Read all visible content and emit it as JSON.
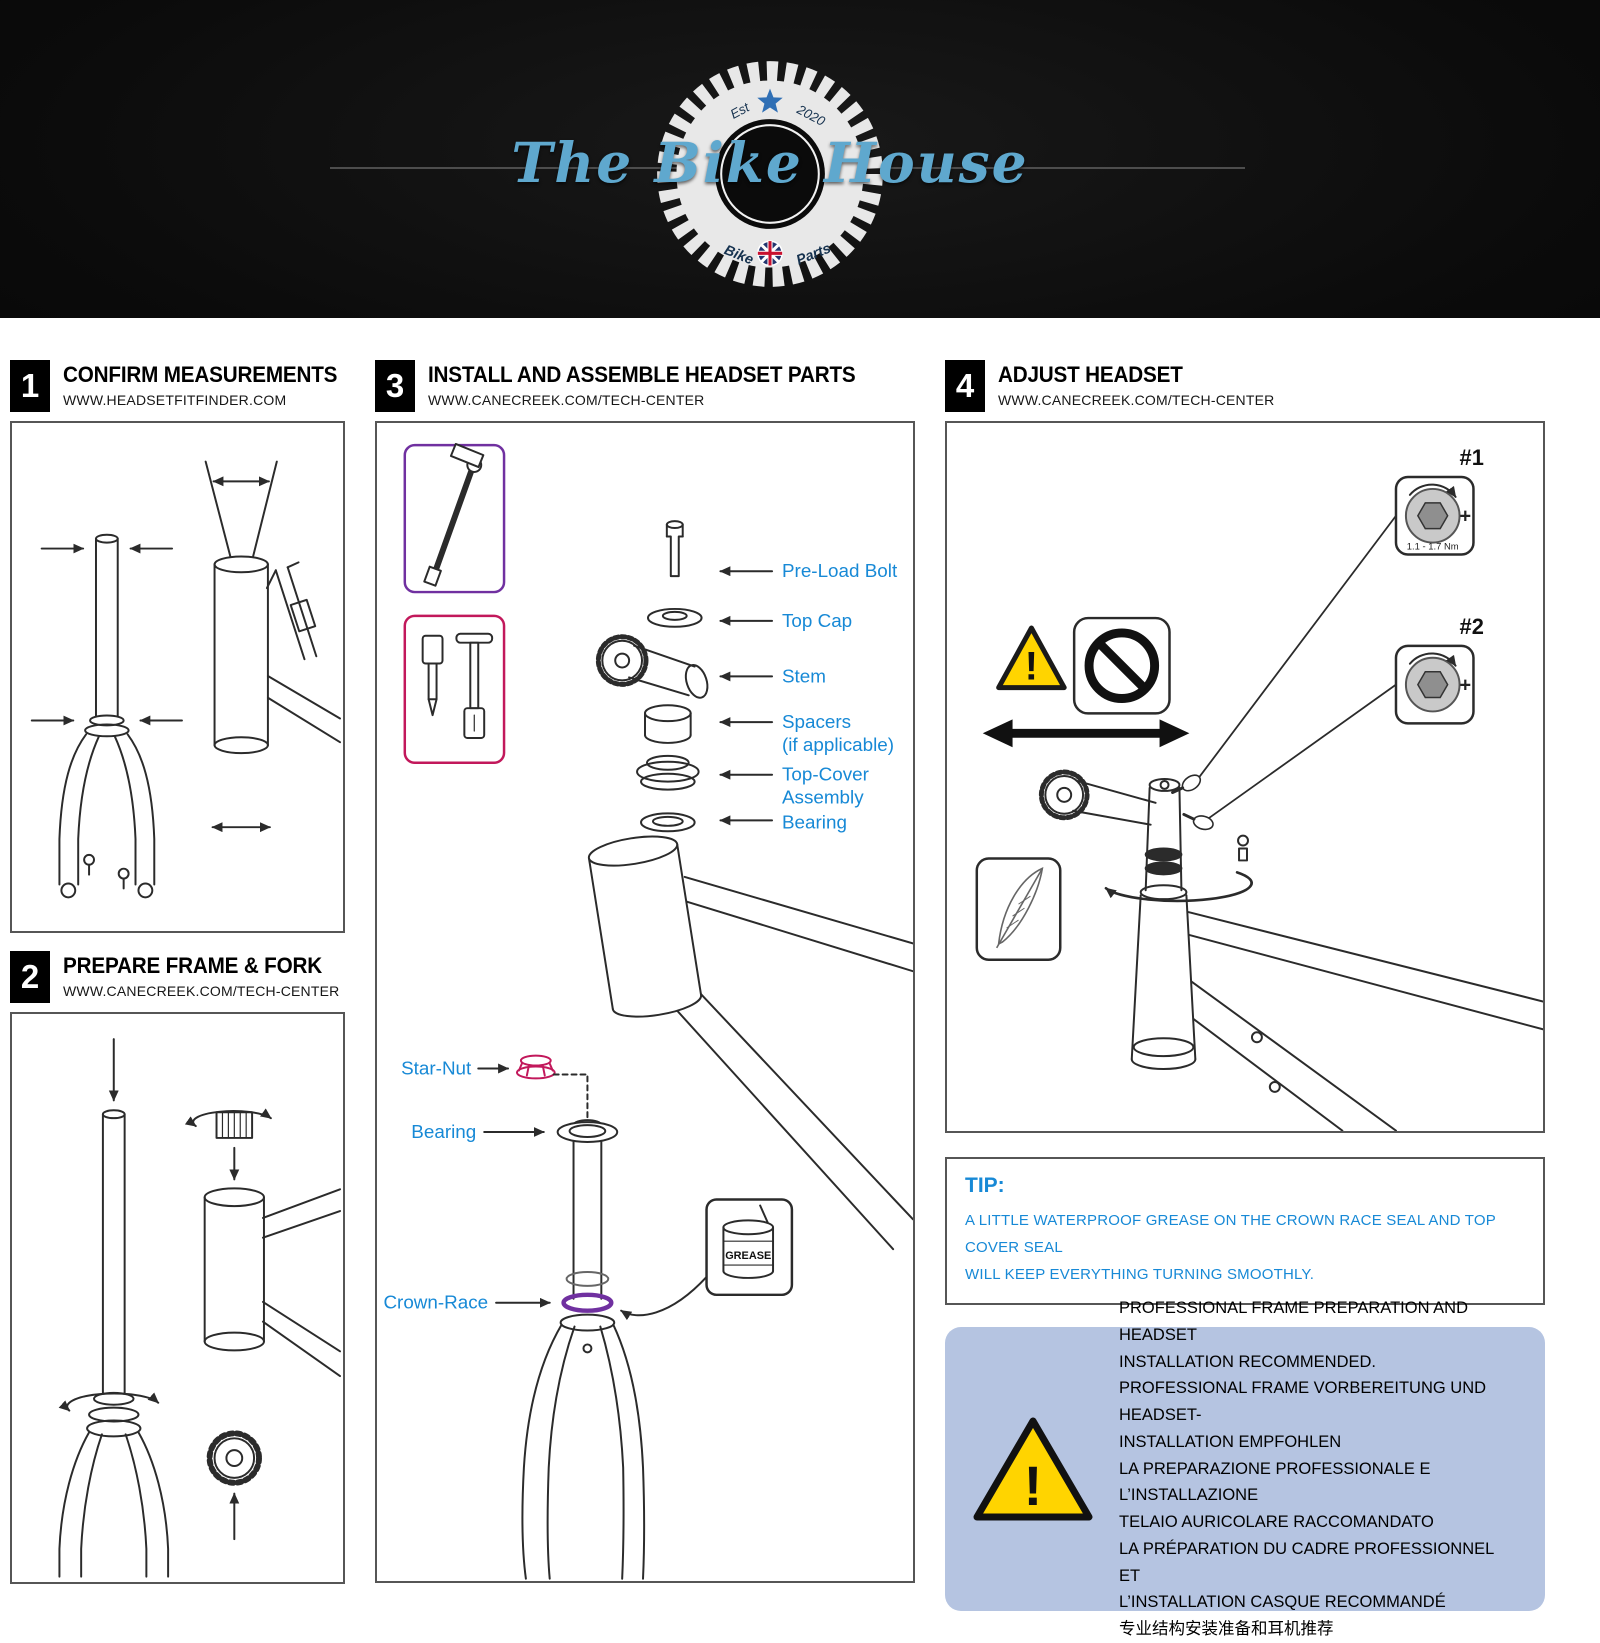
{
  "header": {
    "title": "The Bike House",
    "est": "Est",
    "year": "2020",
    "bike": "Bike",
    "parts": "Parts"
  },
  "sections": {
    "s1": {
      "num": "1",
      "title": "CONFIRM MEASUREMENTS",
      "url": "WWW.HEADSETFITFINDER.COM"
    },
    "s2": {
      "num": "2",
      "title": "PREPARE FRAME & FORK",
      "url": "WWW.CANECREEK.COM/TECH-CENTER"
    },
    "s3": {
      "num": "3",
      "title": "INSTALL AND ASSEMBLE HEADSET PARTS",
      "url": "WWW.CANECREEK.COM/TECH-CENTER",
      "labels": {
        "preload": "Pre-Load Bolt",
        "topcap": "Top Cap",
        "stem": "Stem",
        "spacers": "Spacers",
        "spacers_note": "(if applicable)",
        "topcover1": "Top-Cover",
        "topcover2": "Assembly",
        "bearing_upper": "Bearing",
        "starnut": "Star-Nut",
        "bearing_lower": "Bearing",
        "crownrace": "Crown-Race",
        "grease": "GREASE"
      }
    },
    "s4": {
      "num": "4",
      "title": "ADJUST HEADSET",
      "url": "WWW.CANECREEK.COM/TECH-CENTER",
      "step1": "#1",
      "step2": "#2",
      "torque": "1.1 - 1.7 Nm",
      "plus": "+",
      "exclaim": "!"
    }
  },
  "tip": {
    "title": "TIP:",
    "line1": "A LITTLE WATERPROOF GREASE ON THE CROWN RACE SEAL AND TOP COVER SEAL",
    "line2": "WILL KEEP EVERYTHING TURNING SMOOTHLY."
  },
  "notice": {
    "exclaim": "!",
    "lines": [
      "PROFESSIONAL FRAME PREPARATION AND HEADSET",
      "INSTALLATION RECOMMENDED.",
      "PROFESSIONAL FRAME VORBEREITUNG UND HEADSET-",
      "INSTALLATION EMPFOHLEN",
      "LA PREPARAZIONE PROFESSIONALE E L’INSTALLAZIONE",
      "TELAIO AURICOLARE RACCOMANDATO",
      "LA PRÉPARATION DU CADRE PROFESSIONNEL ET",
      "L’INSTALLATION CASQUE RECOMMANDÉ",
      "专业结构安装准备和耳机推荐"
    ]
  },
  "colors": {
    "label_blue": "#1789d6",
    "accent_purple": "#7030a0",
    "accent_crimson": "#c2185b",
    "warning_yellow": "#ffd400",
    "notice_bg": "#b5c4e1",
    "logo_blue": "#5fa8ce"
  }
}
